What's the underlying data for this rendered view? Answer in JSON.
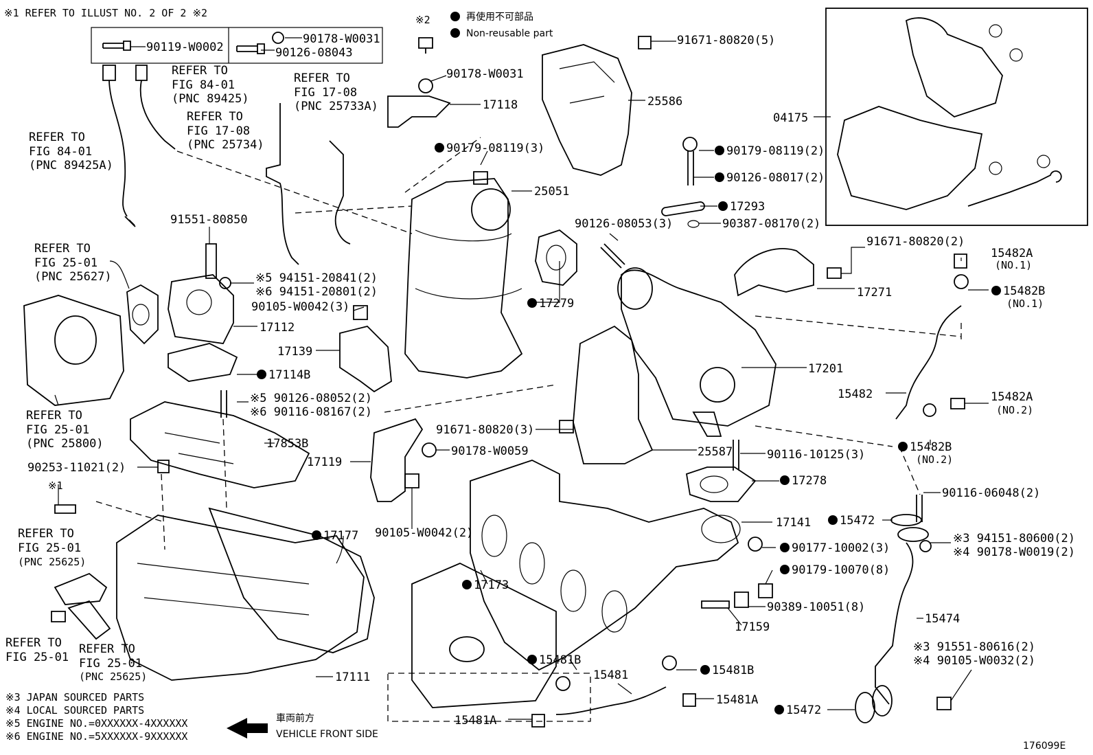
{
  "notes": {
    "top_note": "※1  REFER TO ILLUST NO. 2 OF 2  ※2",
    "legend_jp": "再使用不可部品",
    "legend_en": "Non-reusable part",
    "note_sym2": "※2",
    "note3": "※3  JAPAN SOURCED PARTS",
    "note4": "※4  LOCAL SOURCED PARTS",
    "note5": "※5 ENGINE NO.=0XXXXXX-4XXXXXX",
    "note6": "※6 ENGINE NO.=5XXXXXX-9XXXXXX",
    "front_jp": "車両前方",
    "front_en": "VEHICLE FRONT SIDE",
    "figure_id": "176099E"
  },
  "refs": {
    "r1a": "REFER TO",
    "r1b": "FIG 84-01",
    "r1c": "(PNC 89425)",
    "r2a": "REFER TO",
    "r2b": "FIG 84-01",
    "r2c": "(PNC 89425A)",
    "r3a": "REFER TO",
    "r3b": "FIG 17-08",
    "r3c": "(PNC 25734)",
    "r4a": "REFER TO",
    "r4b": "FIG 17-08",
    "r4c": "(PNC 25733A)",
    "r5a": "REFER TO",
    "r5b": "FIG 25-01",
    "r5c": "(PNC 25627)",
    "r6a": "REFER TO",
    "r6b": "FIG 25-01",
    "r6c": "(PNC 25800)",
    "r7a": "REFER TO",
    "r7b": "FIG 25-01",
    "r7c": "(PNC 25625)",
    "r8a": "REFER TO",
    "r8b": "FIG 25-01",
    "r9a": "REFER TO",
    "r9b": "FIG 25-01",
    "r9c": "(PNC 25625)"
  },
  "labels": {
    "p90119": "90119-W0002",
    "p90178a": "90178-W0031",
    "p90126a": "90126-08043",
    "p90178b": "90178-W0031",
    "p17118": "17118",
    "p91671a": "91671-80820(5)",
    "p25586": "25586",
    "p04175": "04175",
    "p90179a": "90179-08119(3)",
    "p25051": "25051",
    "p90179b": "90179-08119(2)",
    "p90126b": "90126-08017(2)",
    "p17293": "17293",
    "p90387": "90387-08170(2)",
    "p90126c": "90126-08053(3)",
    "p91671b": "91671-80820(2)",
    "p15482A1": "15482A",
    "no1a": "(NO.1)",
    "p15482B1": "15482B",
    "no1b": "(NO.1)",
    "p17271": "17271",
    "p91551a": "91551-80850",
    "s5a": "※5 94151-20841(2)",
    "s6a": "※6 94151-20801(2)",
    "p90105a": "90105-W0042(3)",
    "p17279": "17279",
    "p17112": "17112",
    "p17139": "17139",
    "p17114B": "17114B",
    "p17201": "17201",
    "s5b": "※5 90126-08052(2)",
    "s6b": "※6 90116-08167(2)",
    "p15482": "15482",
    "p15482A2": "15482A",
    "no2a": "(NO.2)",
    "p91671c": "91671-80820(3)",
    "p17853B": "17853B",
    "p17119": "17119",
    "p90178c": "90178-W0059",
    "p25587": "25587",
    "p90116a": "90116-10125(3)",
    "p15482B2": "15482B",
    "no2b": "(NO.2)",
    "p90253": "90253-11021(2)",
    "p17278": "17278",
    "p90116b": "90116-06048(2)",
    "sym1": "※1",
    "p17177": "17177",
    "p90105b": "90105-W0042(2)",
    "p17141": "17141",
    "p15472a": "15472",
    "s3a": "※3 94151-80600(2)",
    "s4a": "※4 90178-W0019(2)",
    "p90177": "90177-10002(3)",
    "p90179c": "90179-10070(8)",
    "p17173": "17173",
    "p90389": "90389-10051(8)",
    "p17159": "17159",
    "p15474": "15474",
    "s3b": "※3 91551-80616(2)",
    "s4b": "※4 90105-W0032(2)",
    "p15481B1": "15481B",
    "p15481": "15481",
    "p15481B2": "15481B",
    "p17111": "17111",
    "p15481A1": "15481A",
    "p15481A2": "15481A",
    "p15472b": "15472"
  }
}
